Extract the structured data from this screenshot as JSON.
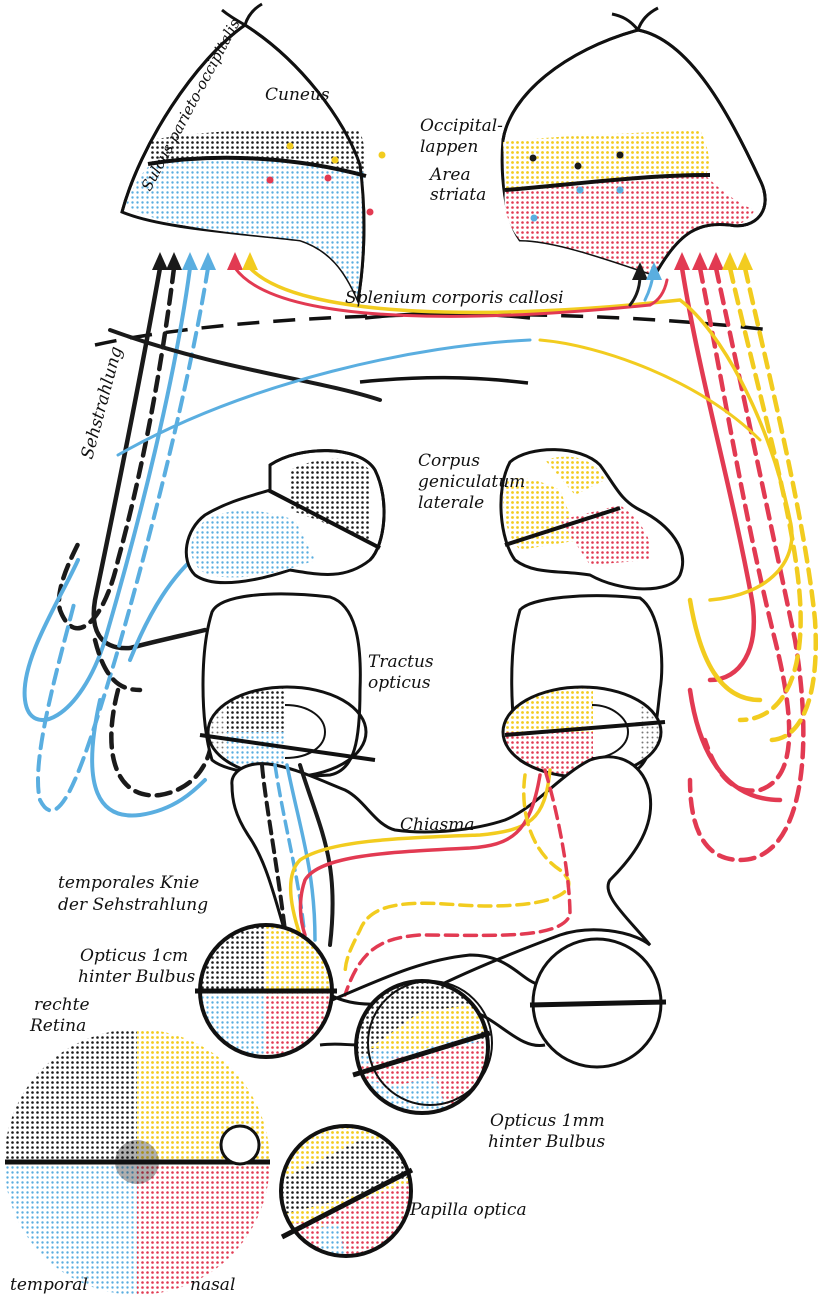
{
  "labels": {
    "cuneus": "Cuneus",
    "sulcus": "Sulcus parieto-occipitalis",
    "occipital_1": "Occipital-",
    "occipital_2": "lappen",
    "area_1": "Area",
    "area_2": "striata",
    "splenium": "Splenium corporis callosi",
    "sehstrahlung": "Sehstrahlung",
    "cgl_1": "Corpus",
    "cgl_2": "geniculatum",
    "cgl_3": "laterale",
    "tractus_1": "Tractus",
    "tractus_2": "opticus",
    "chiasma": "Chiasma",
    "knie_1": "temporales Knie",
    "knie_2": "der Sehstrahlung",
    "opt1cm_1": "Opticus 1cm",
    "opt1cm_2": "hinter Bulbus",
    "retina_1": "rechte",
    "retina_2": "Retina",
    "opt1mm_1": "Opticus 1mm",
    "opt1mm_2": "hinter Bulbus",
    "papilla": "Papilla optica",
    "temporal": "temporal",
    "nasal": "nasal"
  },
  "colors": {
    "black_quadrant": "#1a1a1a",
    "yellow_quadrant": "#f2cc1f",
    "blue_quadrant": "#5aaee0",
    "red_quadrant": "#e23a52",
    "outline": "#111111"
  }
}
